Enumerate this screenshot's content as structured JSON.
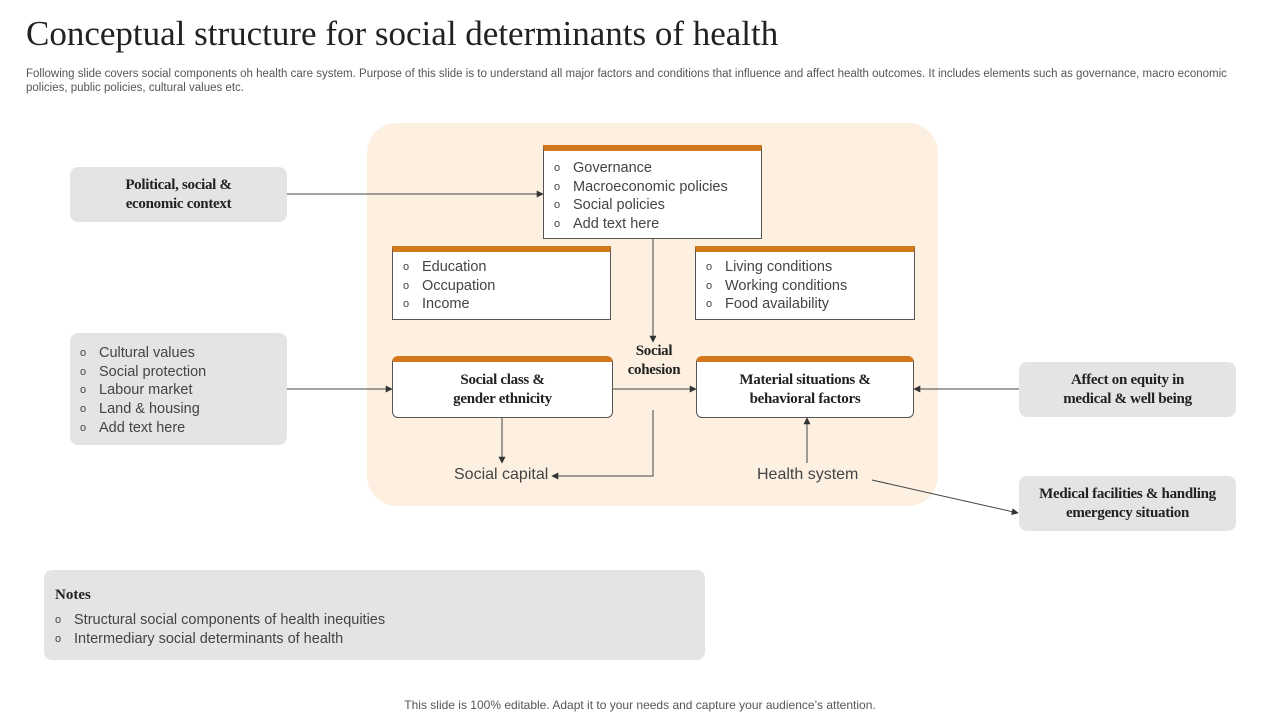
{
  "slide": {
    "title": "Conceptual structure for social determinants of health",
    "subtitle": "Following slide covers social components oh health care system. Purpose of this slide is to understand all major factors and conditions that influence and affect health outcomes. It includes elements such as governance, macro economic policies, public policies, cultural values etc.",
    "footer": "This slide is 100% editable. Adapt it to your needs and capture your audience’s attention."
  },
  "left": {
    "context_label": "Political, social & economic context",
    "list": [
      "Cultural values",
      "Social protection",
      "Labour market",
      "Land & housing",
      "Add text here"
    ]
  },
  "center": {
    "top_list": [
      "Governance",
      "Macroeconomic policies",
      "Social policies",
      "Add text here"
    ],
    "left_list": [
      "Education",
      "Occupation",
      "Income"
    ],
    "right_list": [
      "Living conditions",
      "Working conditions",
      "Food availability"
    ],
    "social_class": "Social class & gender ethnicity",
    "material": "Material situations & behavioral factors",
    "social_cohesion": "Social cohesion",
    "social_capital": "Social capital",
    "health_system": "Health system"
  },
  "right": {
    "equity": "Affect on equity in medical & well being",
    "medical": "Medical facilities & handling emergency situation"
  },
  "notes": {
    "title": "Notes",
    "items": [
      "Structural social components of health inequities",
      "Intermediary social determinants of health"
    ]
  },
  "colors": {
    "accent": "#d4781c",
    "panel": "#fdf0e1",
    "grey_box": "#e5e4e4"
  }
}
